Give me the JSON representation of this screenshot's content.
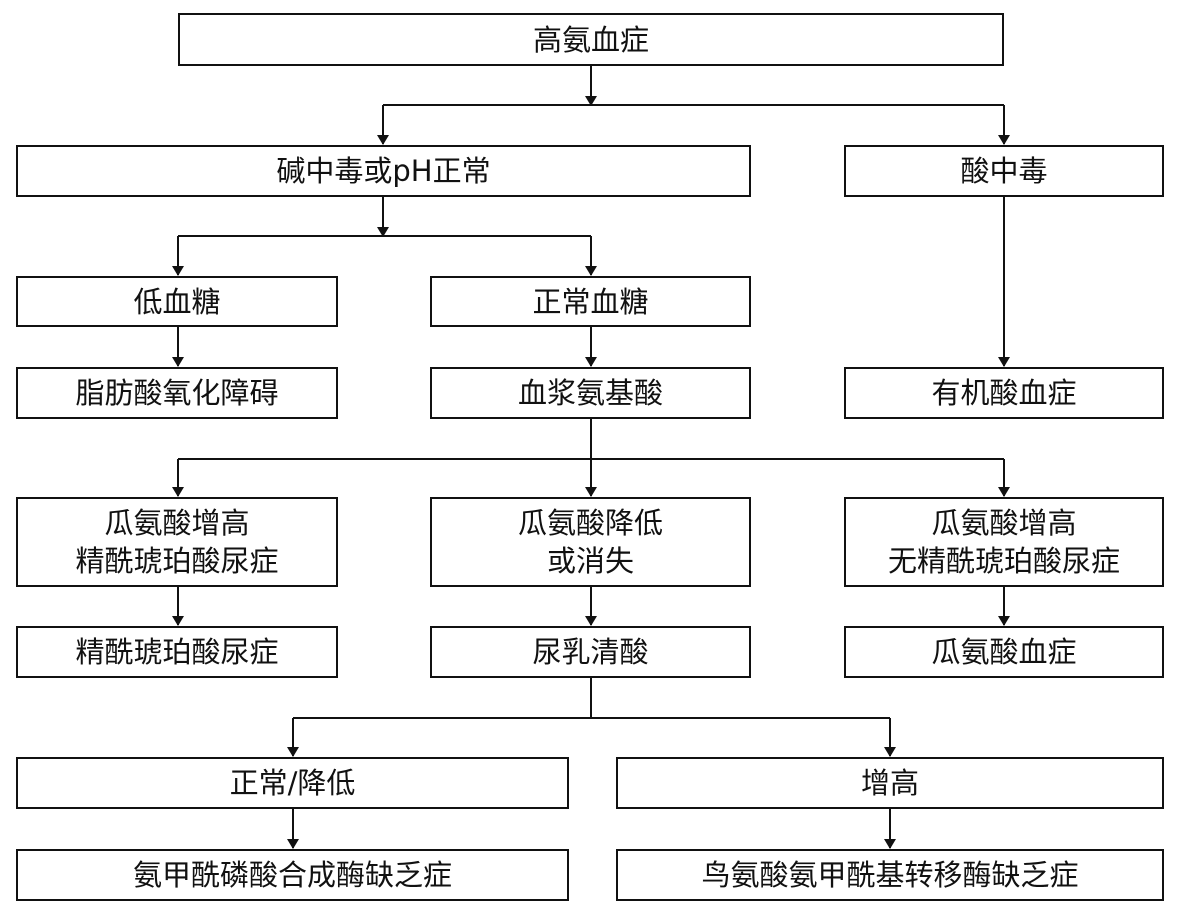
{
  "nodes": {
    "root": "高氨血症",
    "alk": "碱中毒或pH正常",
    "acid": "酸中毒",
    "hypo": "低血糖",
    "normal_glucose": "正常血糖",
    "fao": "脂肪酸氧化障碍",
    "plasma_aa": "血浆氨基酸",
    "organic": "有机酸血症",
    "cit_high_asa": [
      "瓜氨酸增高",
      "精酰琥珀酸尿症"
    ],
    "cit_low": [
      "瓜氨酸降低",
      "或消失"
    ],
    "cit_high_no_asa": [
      "瓜氨酸增高",
      "无精酰琥珀酸尿症"
    ],
    "asa": "精酰琥珀酸尿症",
    "orotic": "尿乳清酸",
    "citrullinemia": "瓜氨酸血症",
    "normal_low": "正常/降低",
    "increased": "增高",
    "cps": "氨甲酰磷酸合成酶缺乏症",
    "otc": "鸟氨酸氨甲酰基转移酶缺乏症"
  }
}
